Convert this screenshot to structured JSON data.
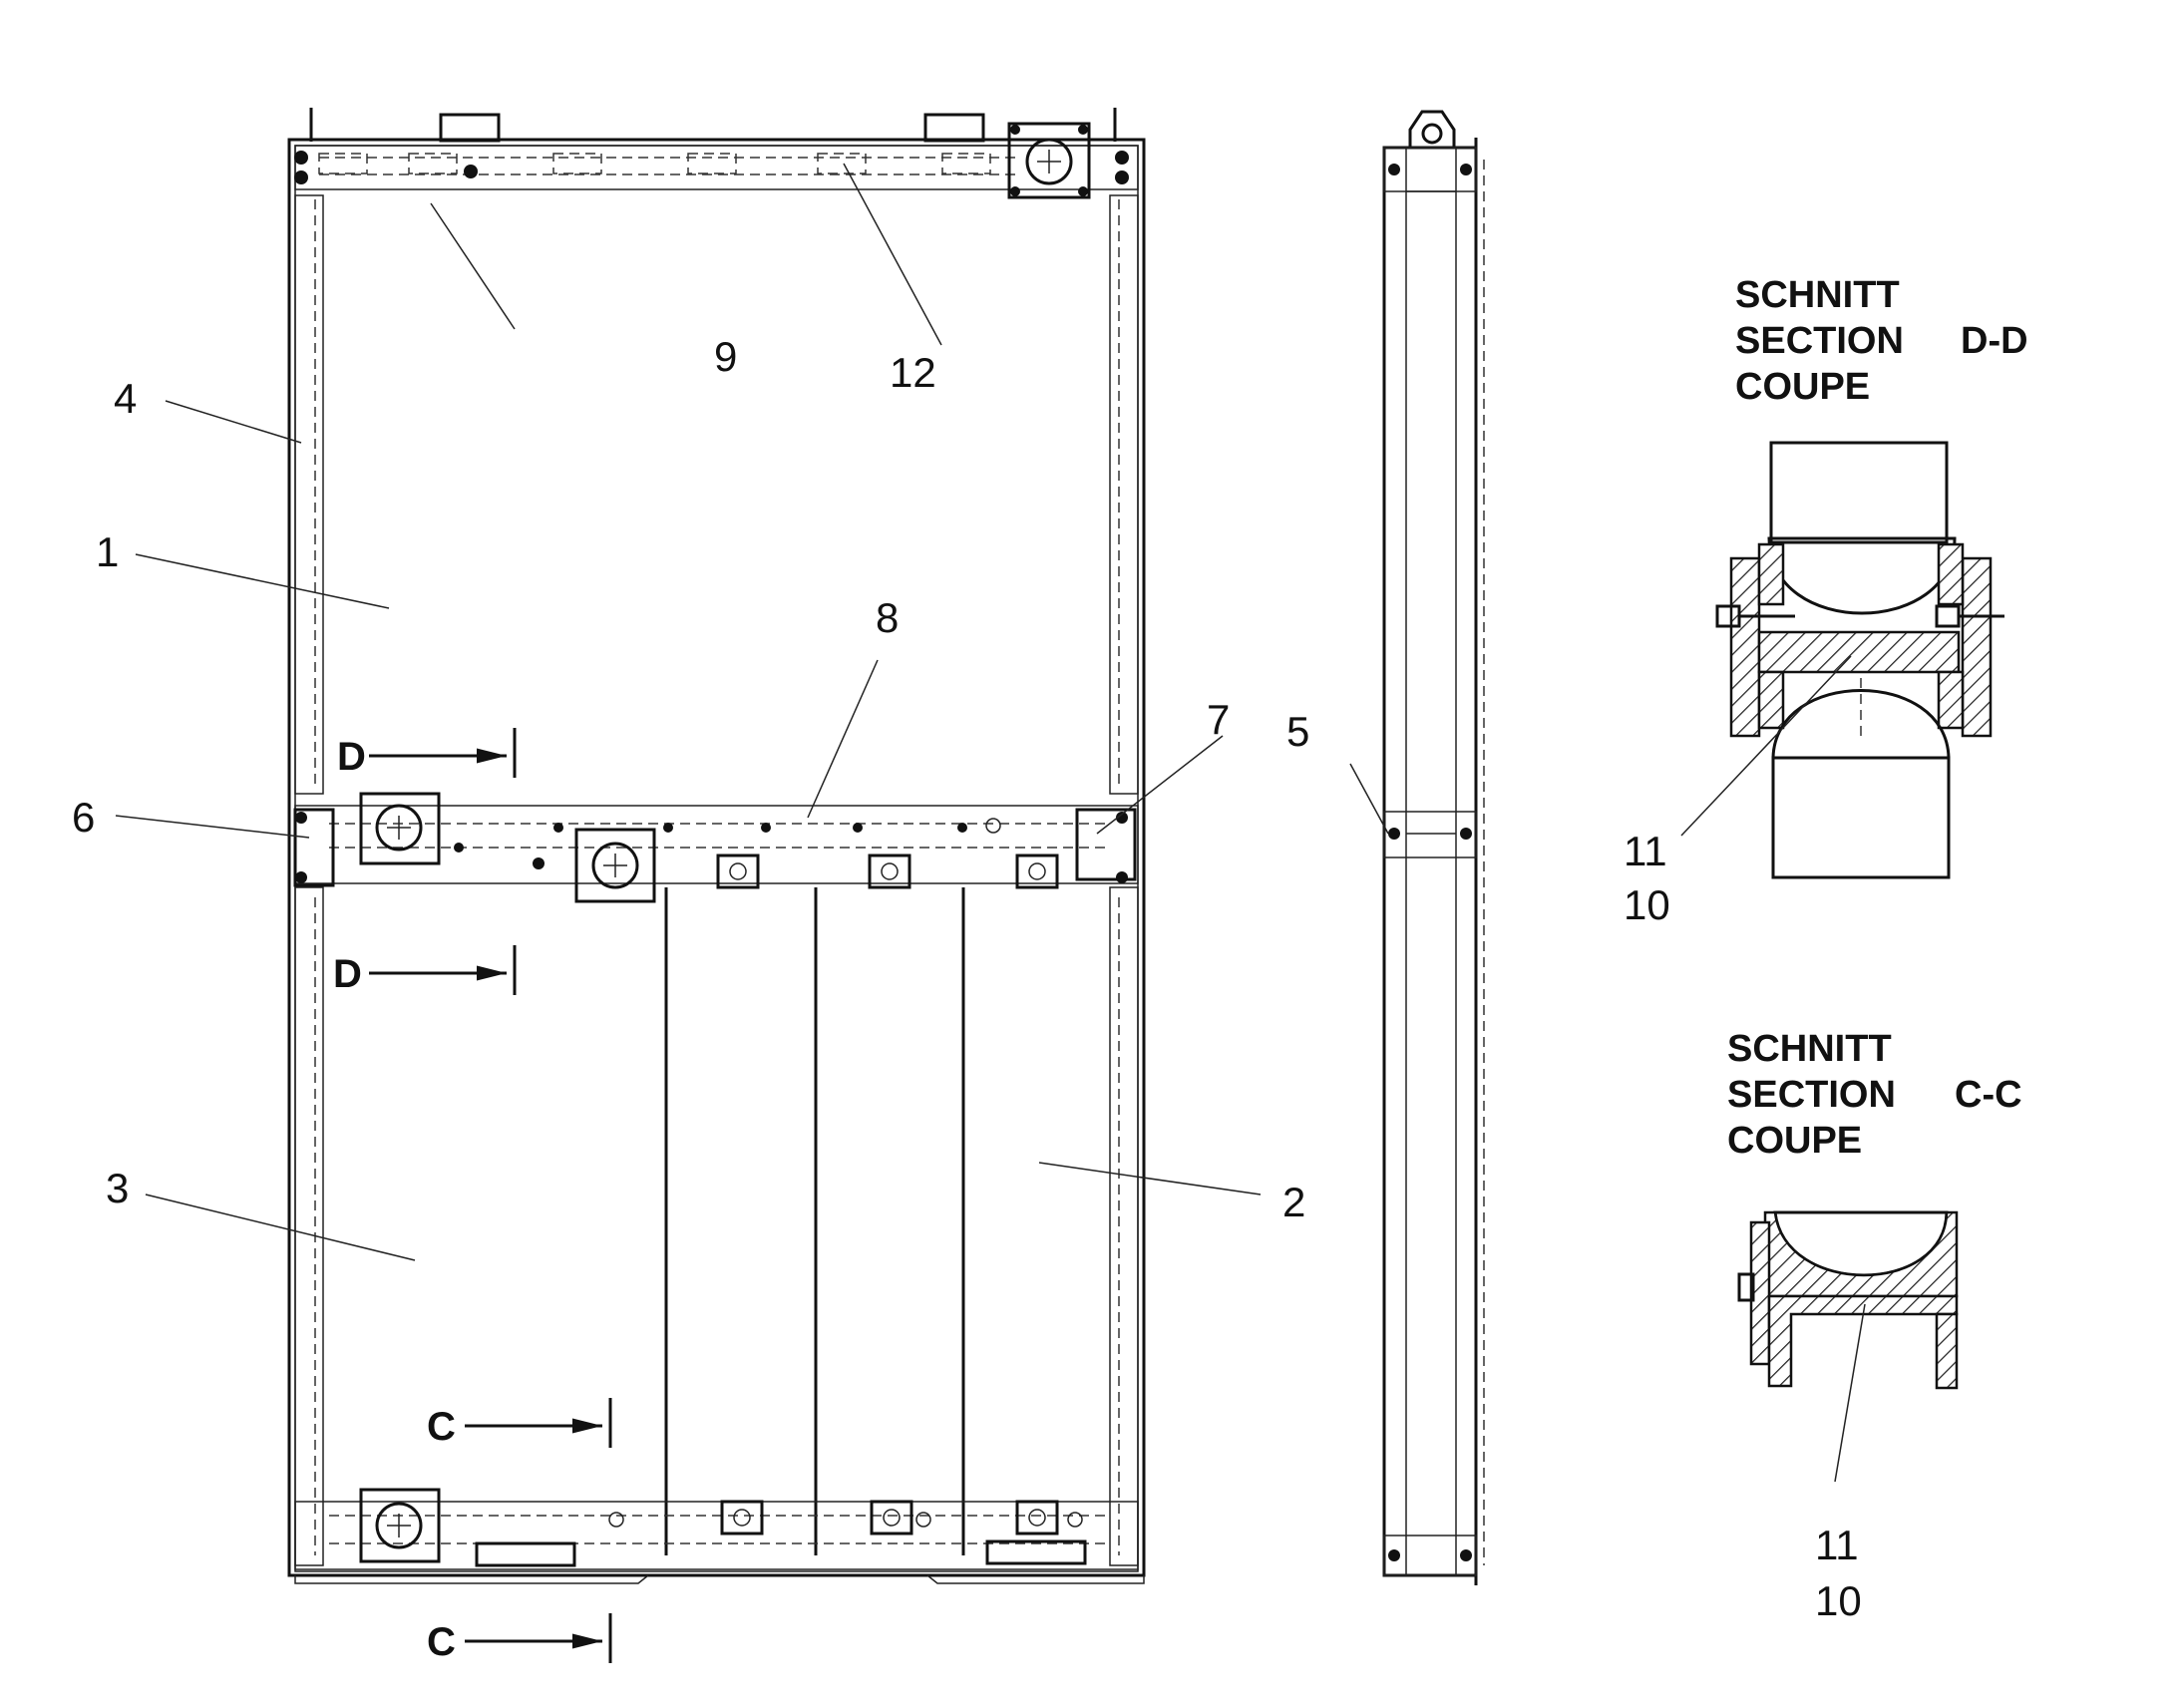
{
  "callouts": {
    "c1": "1",
    "c2": "2",
    "c3": "3",
    "c4": "4",
    "c5": "5",
    "c6": "6",
    "c7": "7",
    "c8": "8",
    "c9": "9",
    "c10a": "10",
    "c11a": "11",
    "c12": "12",
    "c10b": "10",
    "c11b": "11"
  },
  "cut_marks": {
    "d_upper": "D",
    "d_lower": "D",
    "c_upper": "C",
    "c_lower": "C"
  },
  "section_dd": {
    "line1": "SCHNITT",
    "line2": "SECTION",
    "line3": "COUPE",
    "id": "D-D"
  },
  "section_cc": {
    "line1": "SCHNITT",
    "line2": "SECTION",
    "line3": "COUPE",
    "id": "C-C"
  }
}
